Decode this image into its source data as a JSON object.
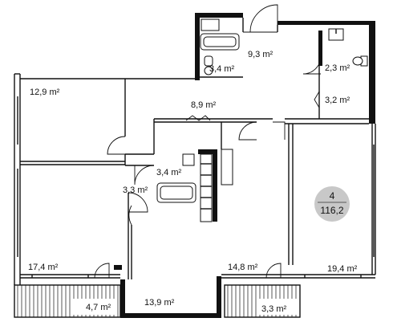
{
  "rooms": [
    {
      "id": "bath-top",
      "label": "3,4 m²"
    },
    {
      "id": "hall-top",
      "label": "9,3 m²"
    },
    {
      "id": "wc-top",
      "label": "2,3 m²"
    },
    {
      "id": "closet",
      "label": "3,2 m²"
    },
    {
      "id": "bedroom-nw",
      "label": "12,9 m²"
    },
    {
      "id": "corridor",
      "label": "8,9 m²"
    },
    {
      "id": "bath-mid",
      "label": "3,4 m²"
    },
    {
      "id": "vestibule",
      "label": "3,3 m²"
    },
    {
      "id": "bedroom-sw",
      "label": "17,4 m²"
    },
    {
      "id": "balcony-left",
      "label": "4,7 m²"
    },
    {
      "id": "room-south",
      "label": "13,9 m²"
    },
    {
      "id": "room-center",
      "label": "14,8 m²"
    },
    {
      "id": "balcony-right",
      "label": "3,3 m²"
    },
    {
      "id": "living-room",
      "label": "19,4 m²"
    }
  ],
  "badge": {
    "number": "4",
    "area": "116,2",
    "color": "#c8c8c8"
  }
}
